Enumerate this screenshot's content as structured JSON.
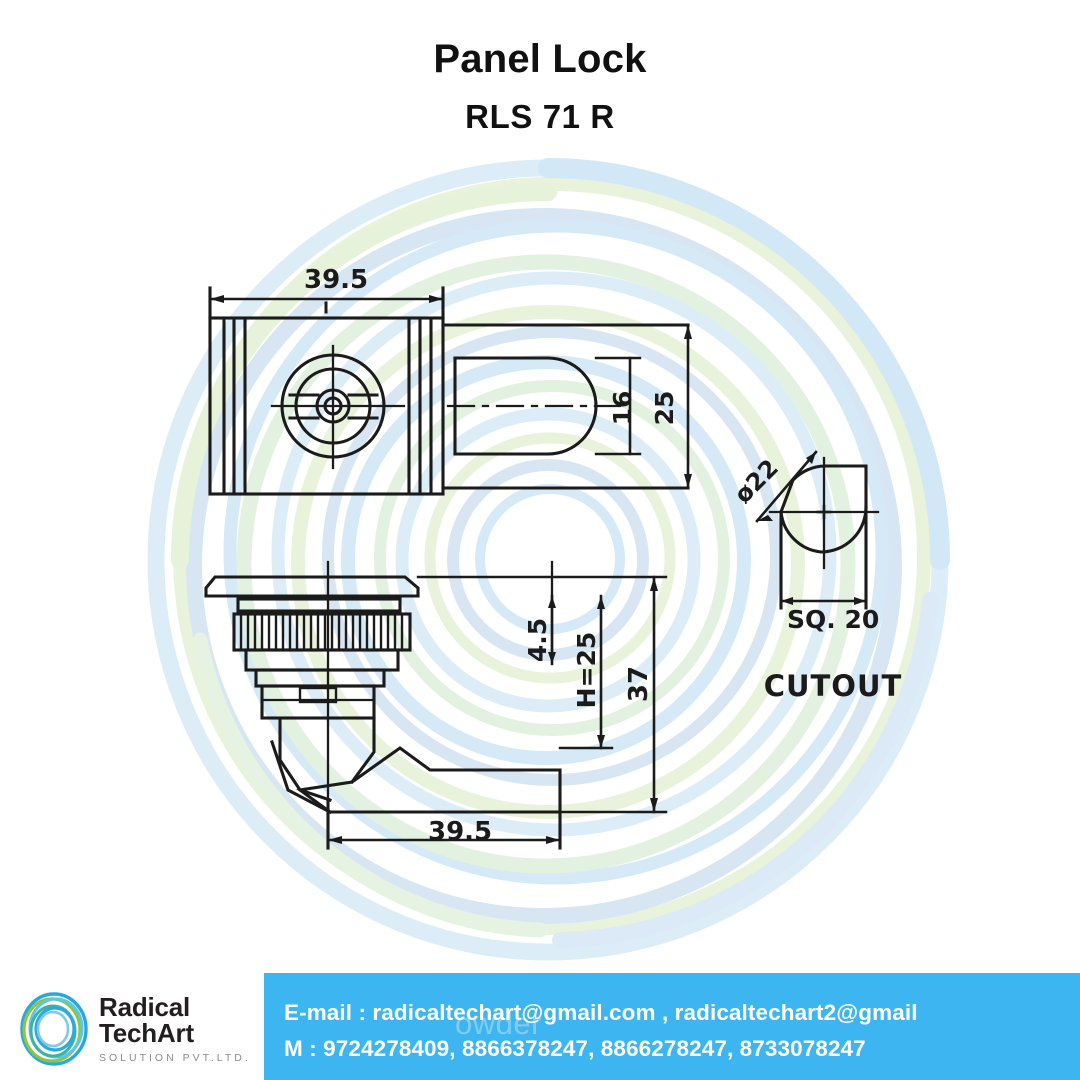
{
  "header": {
    "title": "Panel Lock",
    "model": "RLS 71 R"
  },
  "drawing": {
    "top_view": {
      "width_dim": "39.5",
      "cam_width_dim": "16",
      "body_height_dim": "25"
    },
    "side_view": {
      "plate_thickness_dim": "4.5",
      "grip_dim": "H=25",
      "total_height_dim": "37",
      "cam_length_dim": "39.5"
    },
    "cutout_view": {
      "label": "CUTOUT",
      "diameter_dim": "ø22",
      "square_dim": "SQ.  20"
    }
  },
  "footer": {
    "email_line": "E-mail : radicaltechart@gmail.com , radicaltechart2@gmail",
    "phone_line": "M : 9724278409, 8866378247, 8866278247, 8733078247",
    "ghost_text": "owder",
    "bar_color": "#3db5f0"
  },
  "logo": {
    "name": "Radical TechArt",
    "tagline": "SOLUTION PVT.LTD.",
    "ring_colors": [
      "#29a8df",
      "#8cc63f",
      "#5ec5e8",
      "#3bb4a5",
      "#29abe2"
    ]
  },
  "watermark": {
    "ring_colors": [
      "#dcedf7",
      "#e9f3dc",
      "#d8e6f4",
      "#e3f1e0",
      "#d5eaf6"
    ]
  }
}
